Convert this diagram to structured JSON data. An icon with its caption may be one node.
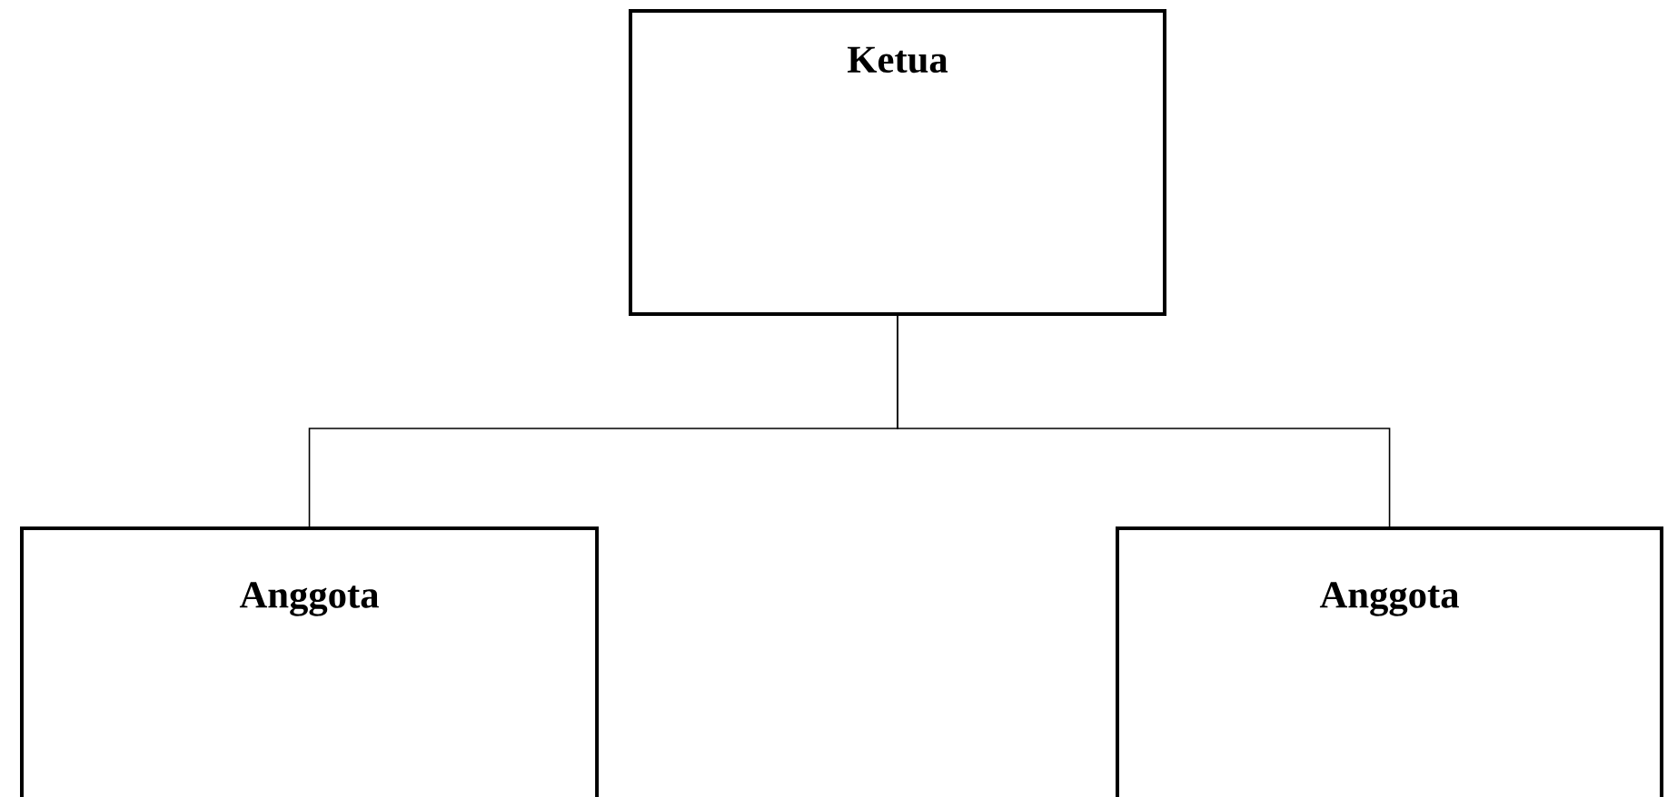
{
  "diagram": {
    "nodes": [
      {
        "text": [
          "Ketua"
        ]
      },
      {
        "text": [
          "Anggota"
        ]
      },
      {
        "text": [
          "Anggota"
        ]
      }
    ],
    "edges": [
      {
        "from": 0,
        "to": 1,
        "arrow": "none"
      },
      {
        "from": 0,
        "to": 2,
        "arrow": "none"
      }
    ]
  }
}
